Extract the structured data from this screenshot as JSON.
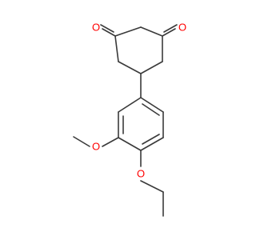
{
  "molecule": {
    "atoms": {
      "ketone_oxygen_left": "O",
      "ketone_oxygen_right": "O",
      "methoxy_oxygen": "O",
      "ethoxy_oxygen": "O"
    }
  },
  "colors": {
    "bond": "#3a3a3a",
    "oxygen": "#ff0000",
    "background": "#ffffff"
  }
}
